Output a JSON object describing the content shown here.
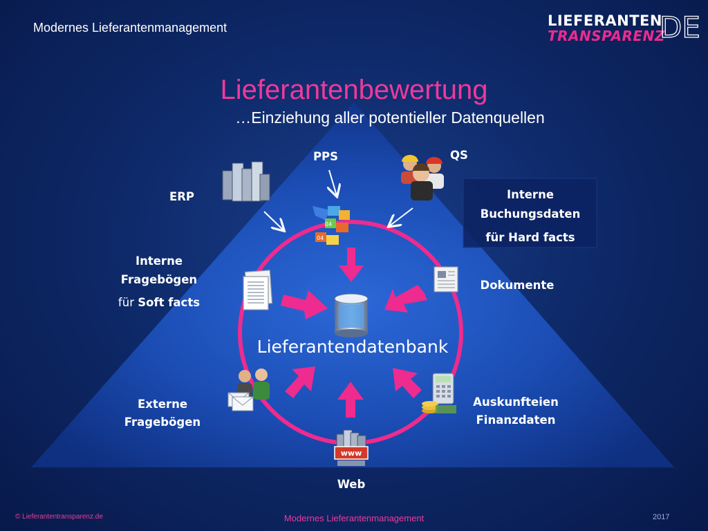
{
  "header": {
    "text": "Modernes Lieferantenmanagement",
    "logo_top": "LIEFERANTEN",
    "logo_bottom": "TRANSPARENZ",
    "logo_de": "DE"
  },
  "title": "Lieferantenbewertung",
  "subtitle": "…Einziehung aller potentieller Datenquellen",
  "center": {
    "label": "Lieferantendatenbank"
  },
  "sources": {
    "pps": "PPS",
    "qs": "QS",
    "erp": "ERP",
    "interne_buchungsdaten": [
      "Interne",
      "Buchungsdaten",
      "für Hard facts"
    ],
    "interne_frageboegen": [
      "Interne",
      "Fragebögen",
      "für ",
      "Soft facts"
    ],
    "dokumente": "Dokumente",
    "externe_frageboegen": [
      "Externe",
      "Fragebögen"
    ],
    "auskunfteien": [
      "Auskunfteien",
      "Finanzdaten"
    ],
    "web": "Web",
    "www": "www"
  },
  "footer": {
    "left": "© Lieferantentransparenz.de",
    "center": "Modernes Lieferantenmanagement",
    "right": "2017"
  },
  "colors": {
    "accent_pink": "#ee2b8e",
    "background": "#0e2a6a",
    "pyramid": "#1f4fb0"
  }
}
